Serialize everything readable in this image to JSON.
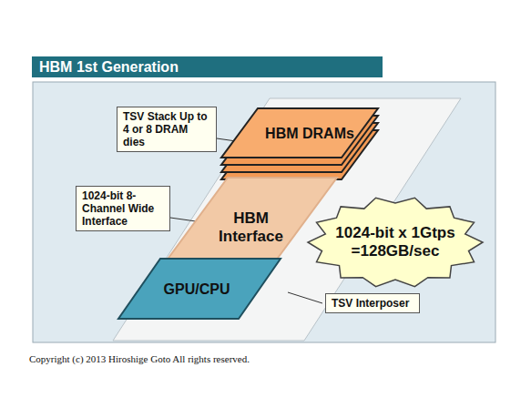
{
  "diagram": {
    "title": "HBM 1st Generation",
    "caption": "Copyright (c) 2013 Hiroshige Goto All rights reserved.",
    "nodes": [
      {
        "text": [
          "TSV Stack Up to 4 or 8 DRAM dies"
        ]
      },
      {
        "text": [
          "HBM DRAMs"
        ]
      },
      {
        "text": [
          "1024-bit 8-Channel Wide Interface"
        ]
      },
      {
        "text": [
          "HBM Interface"
        ]
      },
      {
        "text": [
          "1024-bit x 1Gtps =128GB/sec"
        ]
      },
      {
        "text": [
          "GPU/CPU"
        ]
      },
      {
        "text": [
          "TSV Interposer"
        ]
      }
    ],
    "edges": [
      {
        "from": 0,
        "to": 1,
        "arrow": "none"
      },
      {
        "from": 2,
        "to": 3,
        "arrow": "none"
      }
    ]
  }
}
